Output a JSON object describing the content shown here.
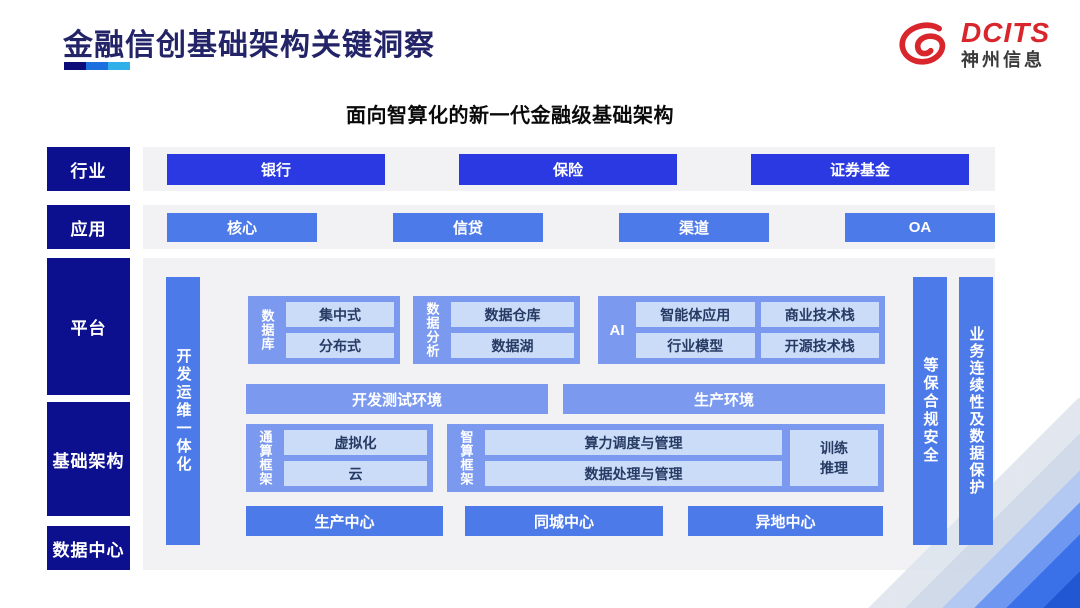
{
  "page": {
    "title": "金融信创基础架构关键洞察",
    "subtitle": "面向智算化的新一代金融级基础架构"
  },
  "logo": {
    "brand": "DCITS",
    "company": "神州信息",
    "swirl_icon": "dcits-red-swirl"
  },
  "sidebar": {
    "industry": "行业",
    "application": "应用",
    "platform": "平台",
    "infrastructure": "基础架构",
    "datacenter": "数据中心"
  },
  "industry_row": {
    "items": [
      "银行",
      "保险",
      "证券基金"
    ]
  },
  "application_row": {
    "items": [
      "核心",
      "信贷",
      "渠道",
      "OA"
    ]
  },
  "platform": {
    "devops_bar": "开发运维一体化",
    "database": {
      "label": "数据库",
      "items": [
        "集中式",
        "分布式"
      ]
    },
    "analytics": {
      "label": "数据分析",
      "items": [
        "数据仓库",
        "数据湖"
      ]
    },
    "ai": {
      "label": "AI",
      "items": [
        "智能体应用",
        "商业技术栈",
        "行业模型",
        "开源技术栈"
      ]
    },
    "dev_env": "开发测试环境",
    "prod_env": "生产环境",
    "general_framework": {
      "label": "通算框架",
      "items": [
        "虚拟化",
        "云"
      ]
    },
    "smart_framework": {
      "label": "智算框架",
      "items": [
        "算力调度与管理",
        "数据处理与管理"
      ],
      "side": "训练推理"
    },
    "centers": [
      "生产中心",
      "同城中心",
      "异地中心"
    ],
    "security_bar": "等保合规安全",
    "continuity_bar": "业务连续性及数据保护"
  },
  "colors": {
    "title_navy": "#232368",
    "sidebar_navy": "#0c108e",
    "industry_blue": "#2a39e2",
    "primary_blue": "#4c7ae8",
    "container_blue": "#7a99ef",
    "chip_light_blue": "#cadcf8",
    "chip_text": "#263a63",
    "strip_gray": "#f2f2f5",
    "logo_red": "#d8262c",
    "underline_segments": [
      "#0b0b7a",
      "#1d6ede",
      "#2fb0e8"
    ]
  }
}
